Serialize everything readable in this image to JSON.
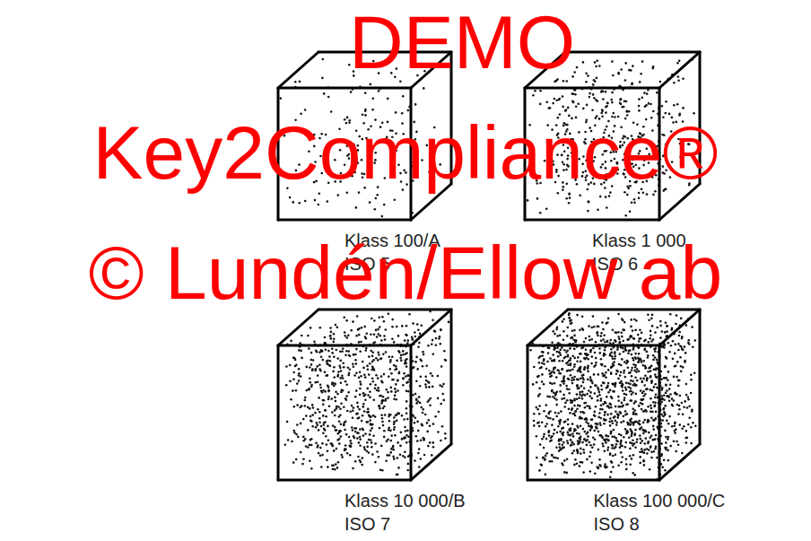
{
  "diagram": {
    "nodes": [
      {
        "text": [
          "Klass 100/A",
          "ISO 5"
        ]
      },
      {
        "text": [
          "Klass 1 000",
          "ISO 6"
        ]
      },
      {
        "text": [
          "Klass 10 000/B",
          "ISO 7"
        ]
      },
      {
        "text": [
          "Klass 100 000/C",
          "ISO 8"
        ]
      }
    ],
    "labels": [
      "DEMO",
      "Key2Compliance®",
      "© Lundén/Ellow ab"
    ]
  }
}
